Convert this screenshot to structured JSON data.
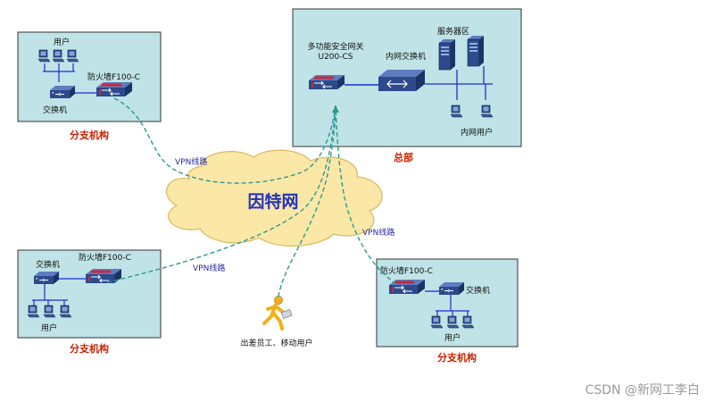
{
  "colors": {
    "panel_fill": "#bfe3e6",
    "panel_stroke": "#333333",
    "cloud_fill": "#fbe7a6",
    "cloud_stroke": "#d9b860",
    "link_blue": "#1a2fd6",
    "vpn_teal": "#2a9a94",
    "device_navy": "#2c4a8c",
    "firewall_red": "#c8283c",
    "label_red": "#cc2200"
  },
  "branch_top_left": {
    "users_label": "用户",
    "switch_label": "交换机",
    "firewall_label": "防火墙F100-C",
    "caption": "分支机构"
  },
  "headquarters": {
    "gateway_label_line1": "多功能安全网关",
    "gateway_label_line2": "U200-CS",
    "core_switch_label": "内网交换机",
    "server_label": "服务器区",
    "internal_users_label": "内网用户",
    "caption": "总部"
  },
  "internet": {
    "label": "因特网"
  },
  "vpn_labels": [
    "VPN线路",
    "VPN线路",
    "VPN线路"
  ],
  "branch_bottom_left": {
    "switch_label": "交换机",
    "firewall_label": "防火墙F100-C",
    "users_label": "用户",
    "caption": "分支机构"
  },
  "mobile": {
    "label": "出差员工、移动用户",
    "icon": "running-man-icon"
  },
  "branch_bottom_right": {
    "firewall_label": "防火墙F100-C",
    "switch_label": "交换机",
    "users_label": "用户",
    "caption": "分支机构"
  },
  "watermark": "CSDN @新网工李白"
}
